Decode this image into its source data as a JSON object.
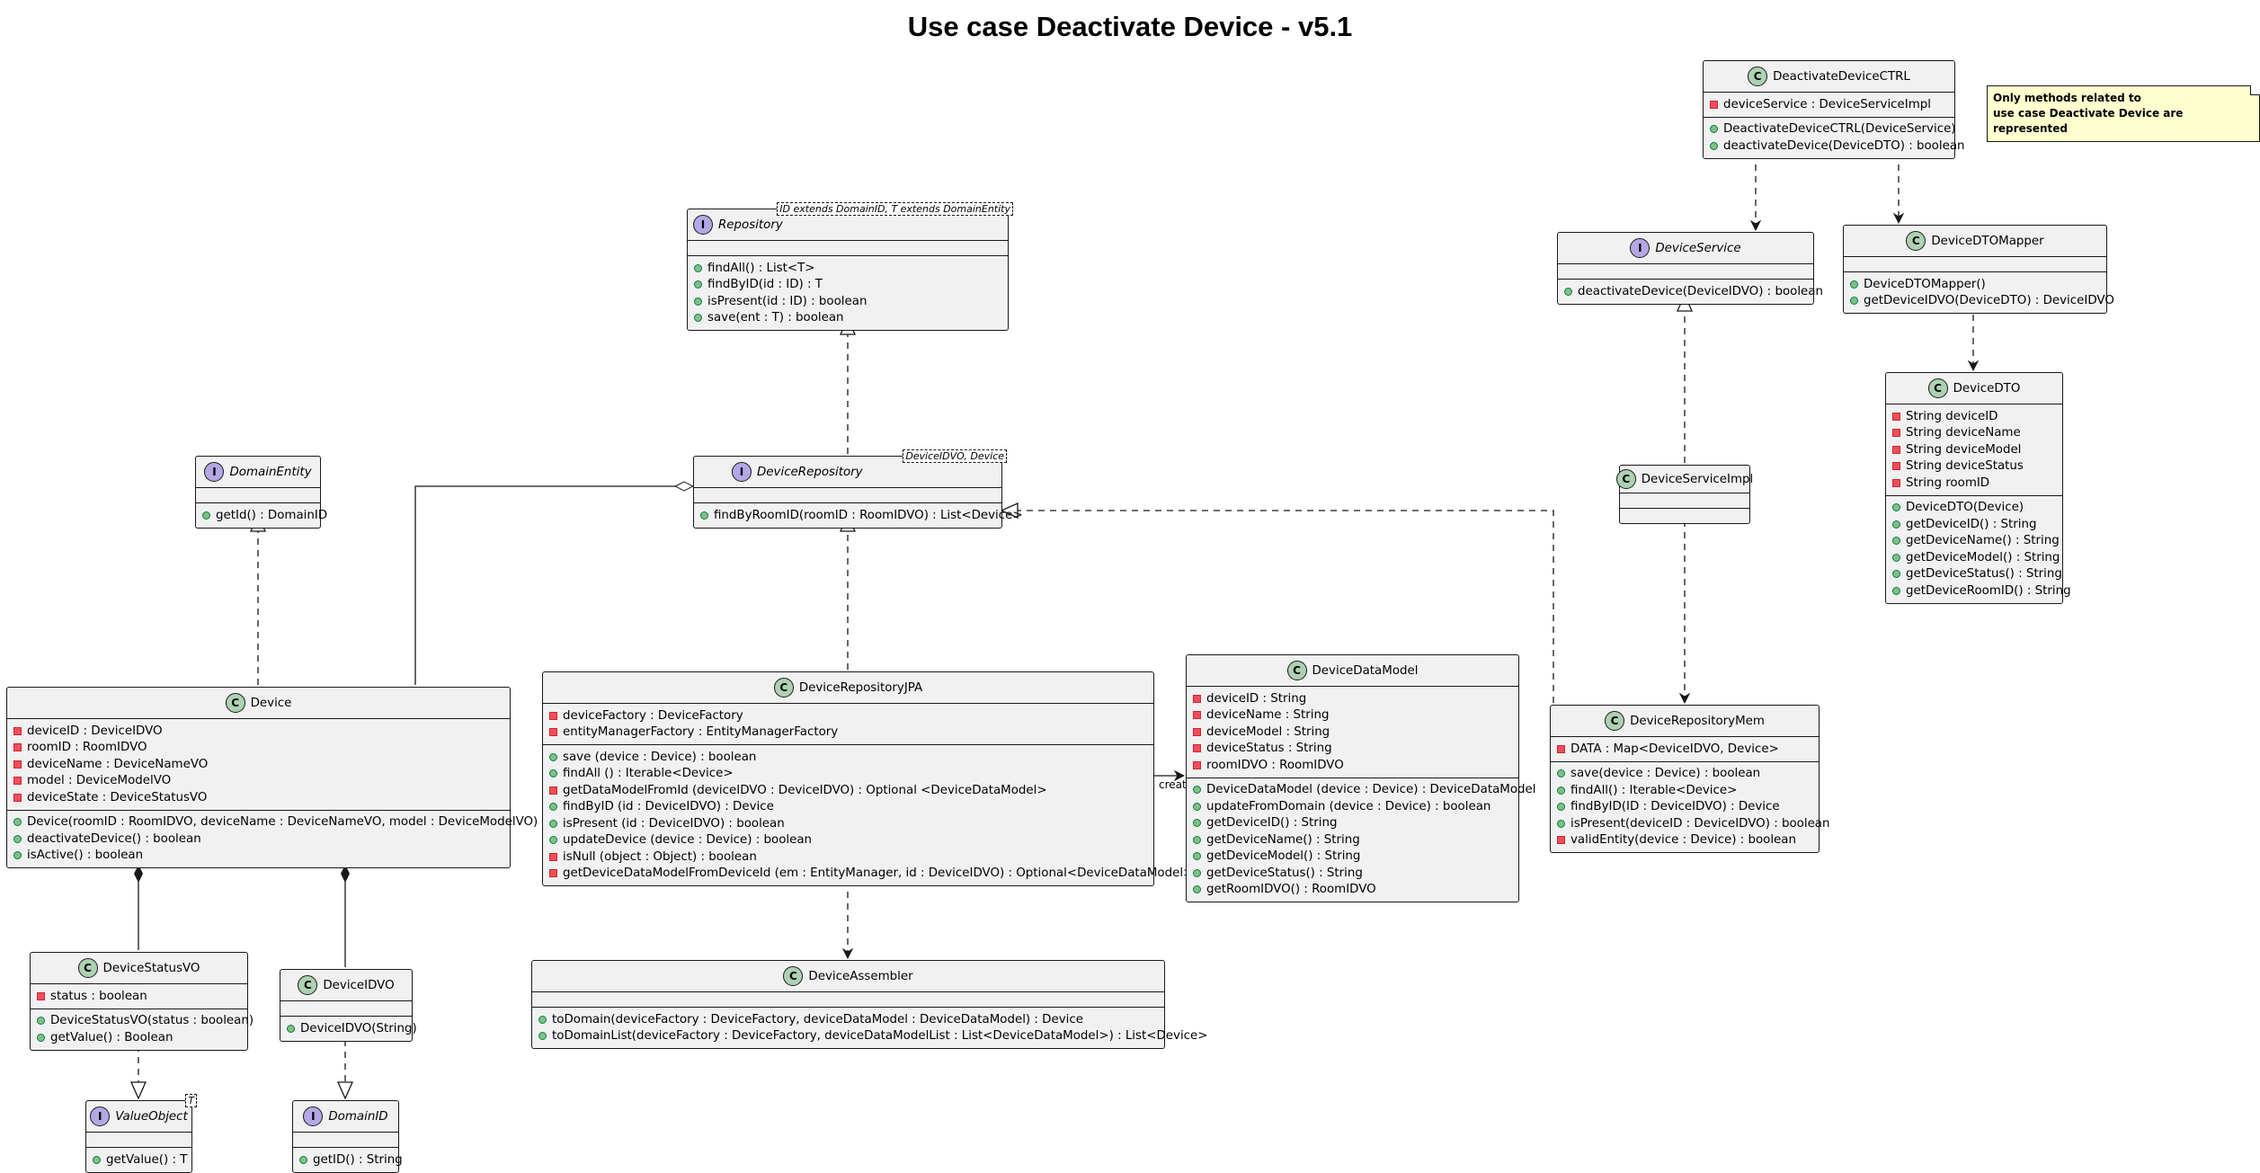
{
  "title": "Use case Deactivate Device - v5.1",
  "colors": {
    "class_icon": "#add1b2",
    "interface_icon": "#b4a7e5",
    "note_bg": "#fefece",
    "box_bg": "#f1f1f1",
    "public": "#84be84",
    "private": "#f24d5c"
  },
  "note": {
    "line1": "Only methods related to",
    "line2": "use case Deactivate Device are represented"
  },
  "create_label": "create",
  "classes": {
    "deactivate_ctrl": {
      "name": "DeactivateDeviceCTRL",
      "fields": [
        "deviceService : DeviceServiceImpl"
      ],
      "methods": [
        "DeactivateDeviceCTRL(DeviceService)",
        "deactivateDevice(DeviceDTO) : boolean"
      ]
    },
    "device_service": {
      "name": "DeviceService",
      "methods": [
        "deactivateDevice(DeviceIDVO) : boolean"
      ]
    },
    "dto_mapper": {
      "name": "DeviceDTOMapper",
      "methods": [
        "DeviceDTOMapper()",
        "getDeviceIDVO(DeviceDTO) : DeviceIDVO"
      ]
    },
    "device_dto": {
      "name": "DeviceDTO",
      "fields": [
        "String deviceID",
        "String deviceName",
        "String deviceModel",
        "String deviceStatus",
        "String roomID"
      ],
      "methods": [
        "DeviceDTO(Device)",
        "getDeviceID() : String",
        "getDeviceName() : String",
        "getDeviceModel() : String",
        "getDeviceStatus() : String",
        "getDeviceRoomID() : String"
      ]
    },
    "service_impl": {
      "name": "DeviceServiceImpl"
    },
    "repo_mem": {
      "name": "DeviceRepositoryMem",
      "fields": [
        "DATA : Map<DeviceIDVO, Device>"
      ],
      "methods": [
        "save(device : Device) : boolean",
        "findAll() : Iterable<Device>",
        "findByID(ID : DeviceIDVO) : Device",
        "isPresent(deviceID : DeviceIDVO) : boolean",
        "validEntity(device : Device) : boolean"
      ]
    },
    "repository": {
      "name": "Repository",
      "generic": "ID extends DomainID, T extends DomainEntity",
      "methods": [
        "findAll() : List<T>",
        "findByID(id : ID) : T",
        "isPresent(id : ID) : boolean",
        "save(ent : T) : boolean"
      ]
    },
    "device_repository": {
      "name": "DeviceRepository",
      "generic": "DeviceIDVO, Device",
      "methods": [
        "findByRoomID(roomID : RoomIDVO) : List<Device>"
      ]
    },
    "domain_entity": {
      "name": "DomainEntity",
      "methods": [
        "getId() : DomainID"
      ]
    },
    "device": {
      "name": "Device",
      "fields": [
        "deviceID : DeviceIDVO",
        "roomID : RoomIDVO",
        "deviceName : DeviceNameVO",
        "model : DeviceModelVO",
        "deviceState : DeviceStatusVO"
      ],
      "methods": [
        "Device(roomID : RoomIDVO, deviceName : DeviceNameVO, model : DeviceModelVO)",
        "deactivateDevice() : boolean",
        "isActive() : boolean"
      ]
    },
    "repo_jpa": {
      "name": "DeviceRepositoryJPA",
      "fields": [
        "deviceFactory : DeviceFactory",
        "entityManagerFactory : EntityManagerFactory"
      ],
      "methods": [
        "save (device : Device) : boolean",
        "findAll () : Iterable<Device>",
        "getDataModelFromId (deviceIDVO : DeviceIDVO) : Optional <DeviceDataModel>",
        "findByID (id : DeviceIDVO) : Device",
        "isPresent (id : DeviceIDVO) : boolean",
        "updateDevice (device : Device) : boolean",
        "isNull (object : Object) : boolean",
        "getDeviceDataModelFromDeviceId (em : EntityManager, id : DeviceIDVO) : Optional<DeviceDataModel>"
      ]
    },
    "data_model": {
      "name": "DeviceDataModel",
      "fields": [
        "deviceID : String",
        "deviceName : String",
        "deviceModel : String",
        "deviceStatus : String",
        "roomIDVO : RoomIDVO"
      ],
      "methods": [
        "DeviceDataModel (device : Device) : DeviceDataModel",
        "updateFromDomain (device : Device) : boolean",
        "getDeviceID() : String",
        "getDeviceName() : String",
        "getDeviceModel() : String",
        "getDeviceStatus() : String",
        "getRoomIDVO() : RoomIDVO"
      ]
    },
    "assembler": {
      "name": "DeviceAssembler",
      "methods": [
        "toDomain(deviceFactory : DeviceFactory, deviceDataModel : DeviceDataModel) : Device",
        "toDomainList(deviceFactory : DeviceFactory, deviceDataModelList : List<DeviceDataModel>) : List<Device>"
      ]
    },
    "status_vo": {
      "name": "DeviceStatusVO",
      "fields": [
        "status : boolean"
      ],
      "methods": [
        "DeviceStatusVO(status : boolean)",
        "getValue() : Boolean"
      ]
    },
    "device_idvo": {
      "name": "DeviceIDVO",
      "methods": [
        "DeviceIDVO(String)"
      ]
    },
    "value_object": {
      "name": "ValueObject",
      "generic": "T",
      "methods": [
        "getValue() : T"
      ]
    },
    "domain_id": {
      "name": "DomainID",
      "methods": [
        "getID() : String"
      ]
    }
  }
}
